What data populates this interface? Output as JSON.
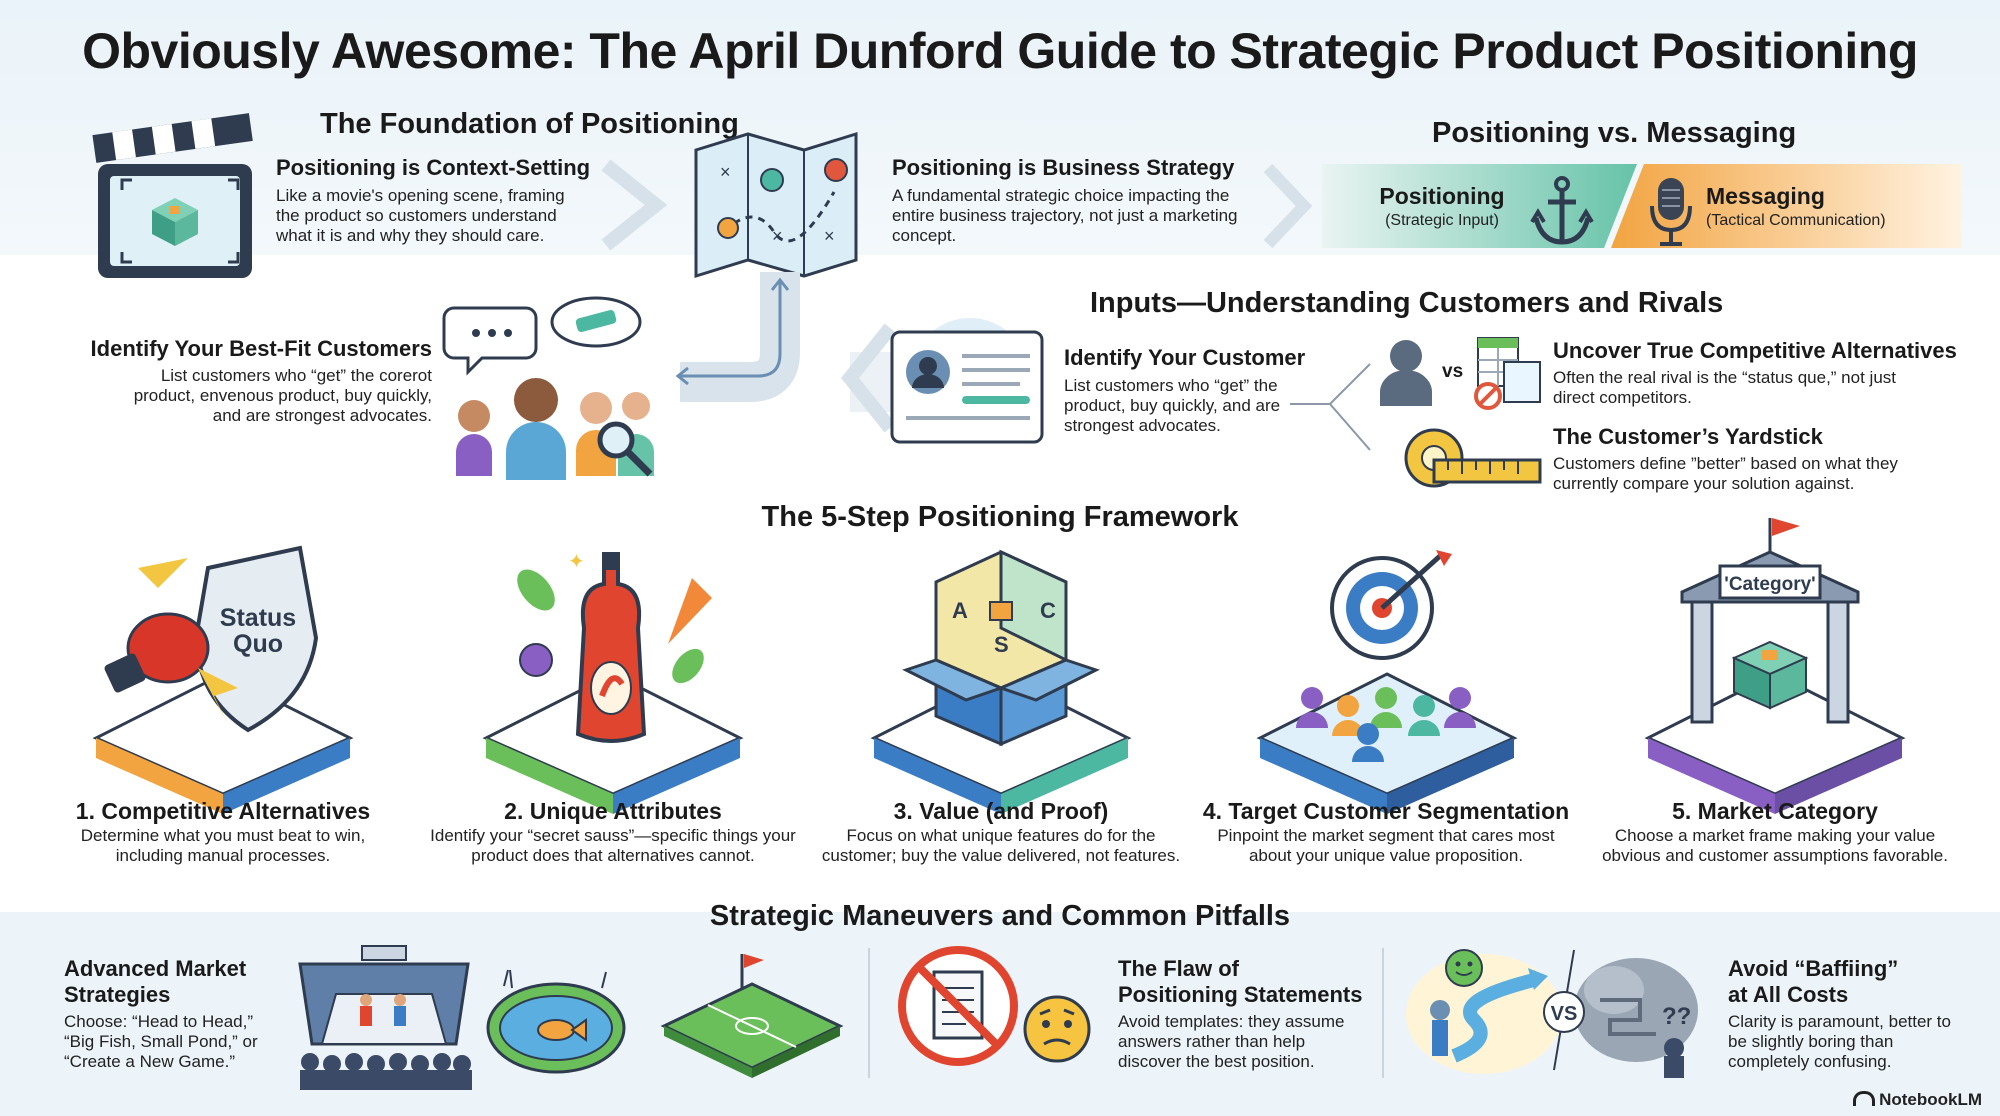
{
  "title": "Obviously Awesome: The April Dunford Guide to Strategic Product Positioning",
  "foundation": {
    "title": "The Foundation of Positioning",
    "context": {
      "title": "Positioning is Context-Setting",
      "desc": "Like a movie's opening scene, framing the product so customers understand what it is and why they should care."
    },
    "strategy": {
      "title": "Positioning is Business Strategy",
      "desc": "A fundamental strategic choice impacting the entire business trajectory, not just a marketing concept."
    },
    "bestfit": {
      "title": "Identify Your Best-Fit Customers",
      "desc": "List customers who “get” the corerot product, envenous product, buy quickly, and are strongest advocates."
    }
  },
  "pvm": {
    "title": "Positioning vs. Messaging",
    "positioning": {
      "label": "Positioning",
      "sub": "(Strategic Input)"
    },
    "messaging": {
      "label": "Messaging",
      "sub": "(Tactical Communication)"
    }
  },
  "inputs": {
    "title": "Inputs—Understanding Customers and Rivals",
    "customer": {
      "title": "Identify Your Customer",
      "desc": "List customers who “get” the product, buy quickly, and are strongest advocates."
    },
    "vs": "vs",
    "alternatives": {
      "title": "Uncover True Competitive Alternatives",
      "desc": "Often the real rival is the “status que,” not just direct competitors."
    },
    "yardstick": {
      "title": "The Customer’s Yardstick",
      "desc": "Customers define ”better” based on what they currently compare your solution against."
    }
  },
  "framework": {
    "title": "The 5-Step Positioning Framework",
    "steps": [
      {
        "title": "1. Competitive Alternatives",
        "desc": "Determine what you must beat to win, including manual processes."
      },
      {
        "title": "2. Unique Attributes",
        "desc": "Identify your “secret sauss”—specific things your product does that alternatives cannot."
      },
      {
        "title": "3. Value (and Proof)",
        "desc": "Focus on what unique features do for the customer; buy the value delivered, not features."
      },
      {
        "title": "4. Target Customer Segmentation",
        "desc": "Pinpoint the market segment that cares most about your unique value proposition."
      },
      {
        "title": "5. Market Category",
        "desc": "Choose a market frame making your value obvious and customer assumptions favorable."
      }
    ],
    "shield_text": [
      "Status",
      "Quo"
    ],
    "box_letters": [
      "A",
      "C",
      "S"
    ],
    "category_sign": "'Category'"
  },
  "maneuvers": {
    "title": "Strategic Maneuvers and Common Pitfalls",
    "advanced": {
      "title_line1": "Advanced Market",
      "title_line2": "Strategies",
      "desc": "Choose: “Head to Head,” “Big Fish, Small Pond,” or “Create a New Game.”"
    },
    "flaw": {
      "title_line1": "The Flaw of",
      "title_line2": "Positioning Statements",
      "desc": "Avoid templates: they assume answers rather than help discover the best position."
    },
    "baffling": {
      "title_line1": "Avoid “Baffiing”",
      "title_line2": "at All Costs",
      "desc": "Clarity is paramount, better to be slightly boring than completely confusing."
    },
    "vs": "VS",
    "qq": "??"
  },
  "brand": "NotebookLM",
  "colors": {
    "teal": "#4db8a2",
    "orange": "#f2a441",
    "purple": "#8a5fc4",
    "blue": "#3b7dc4",
    "green": "#6bbf5a"
  }
}
